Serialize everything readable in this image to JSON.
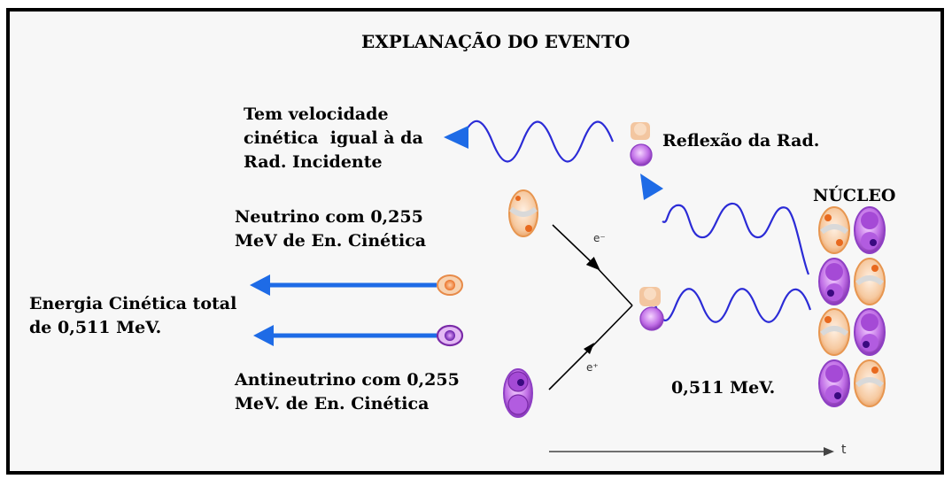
{
  "title": "EXPLANAÇÃO DO EVENTO",
  "labels": {
    "reflected_velocity": "Tem velocidade\ncinética  igual à da\nRad. Incidente",
    "reflection": "Reflexão da Rad.",
    "nucleus": "NÚCLEO",
    "neutrino": "Neutrino com 0,255\nMeV de En. Cinética",
    "total_energy": "Energia Cinética total\nde 0,511 MeV.",
    "antineutrino": "Antineutrino com 0,255\nMeV. de En. Cinética",
    "photon_energy": "0,511 MeV.",
    "electron": "e⁻",
    "positron": "e⁺",
    "time_axis": "t"
  },
  "colors": {
    "wave": "#2b2bd6",
    "arrow": "#1e6be6",
    "orange_particle": "#f08a3c",
    "purple_particle": "#9b3fc9",
    "peach": "#f6c9a0",
    "lavender": "#c88ae6"
  }
}
